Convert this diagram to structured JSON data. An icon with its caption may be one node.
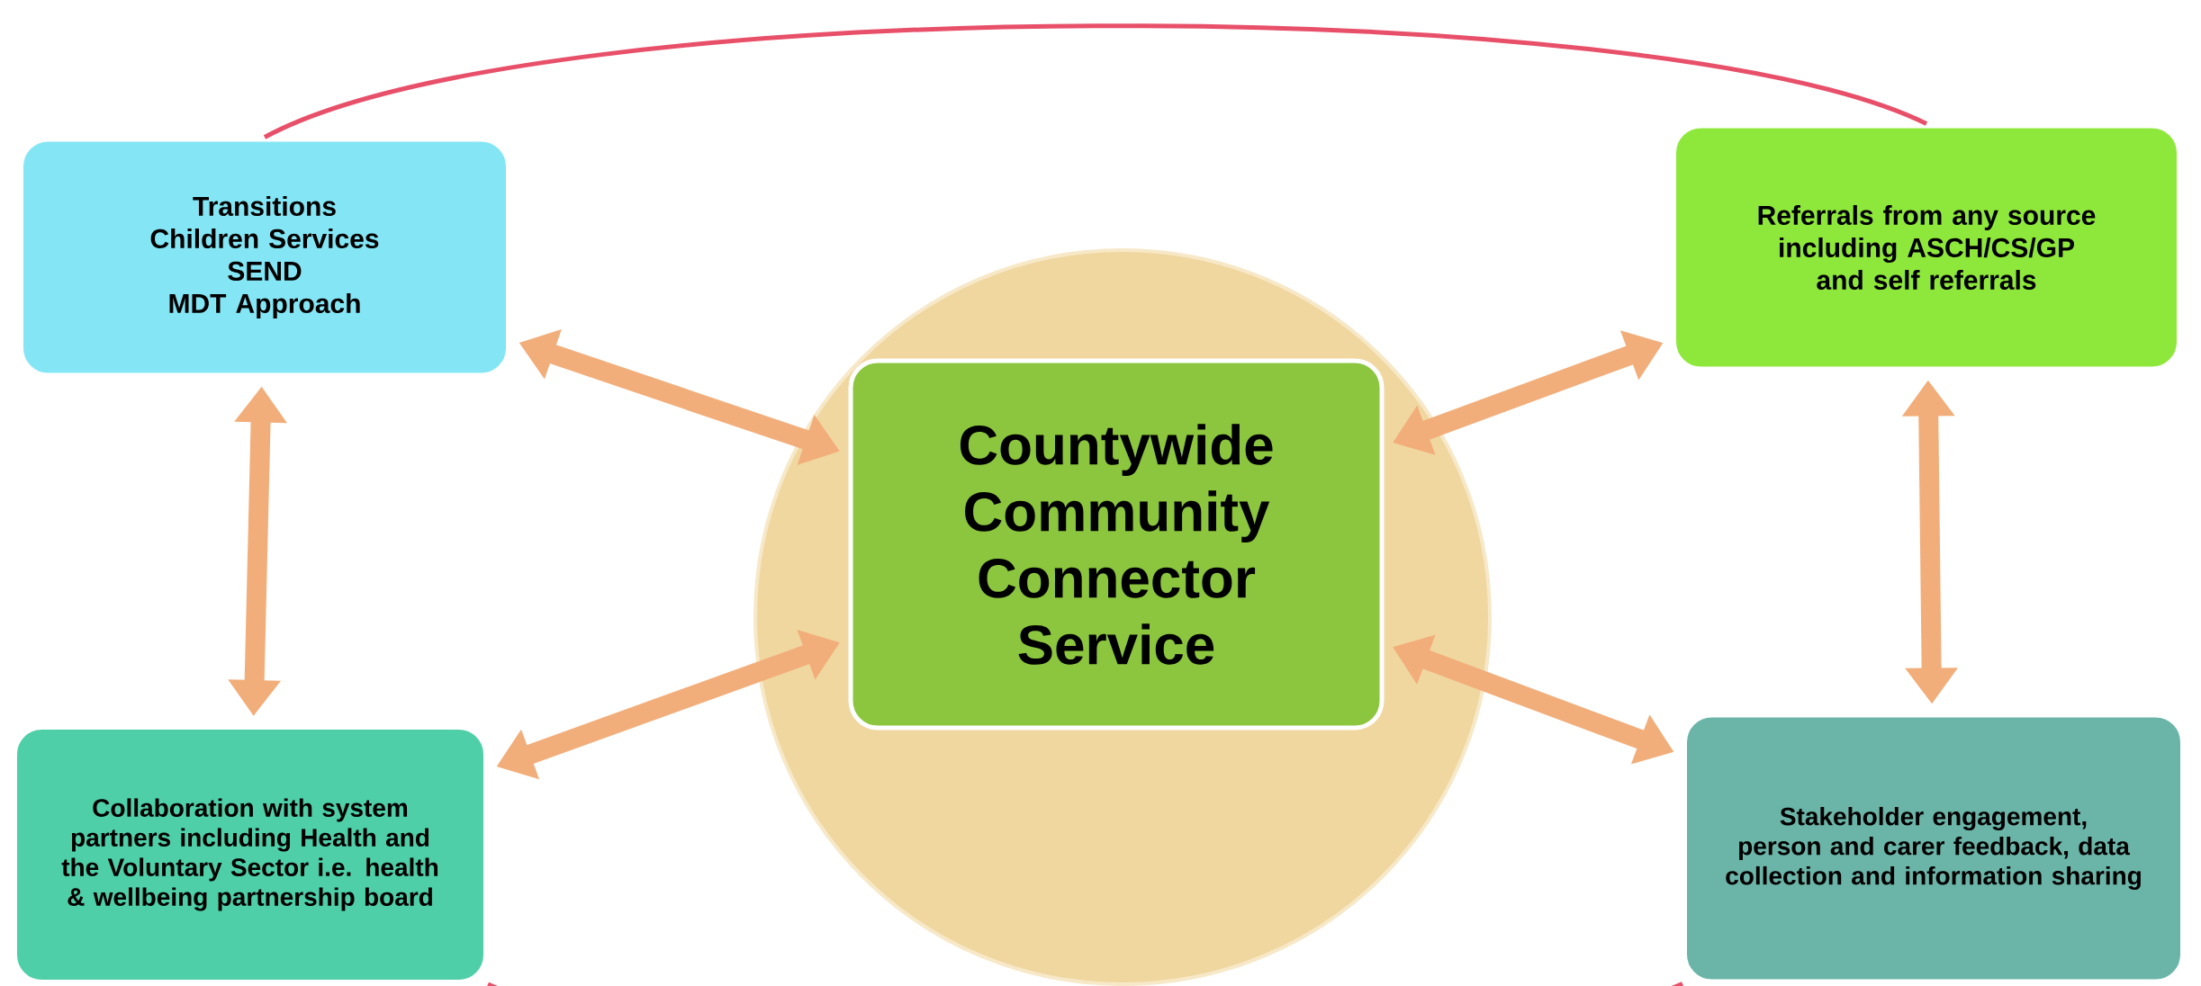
{
  "diagram": {
    "nodes": [
      {
        "text": [
          "Transitions",
          "Children Services",
          "SEND",
          "MDT Approach"
        ]
      },
      {
        "text": [
          "Referrals from any source including ASCH/CS/GP and self referrals"
        ]
      },
      {
        "text": [
          "Countywide Community Connector Service"
        ]
      },
      {
        "text": [
          "Collaboration with system partners including Health and the Voluntary Sector i.e. health & wellbeing partnership board"
        ]
      },
      {
        "text": [
          "Stakeholder engagement, person and carer feedback, data collection and information sharing"
        ]
      }
    ],
    "edges": [
      {
        "from": 2,
        "to": 0,
        "arrow": "both"
      },
      {
        "from": 2,
        "to": 1,
        "arrow": "both"
      },
      {
        "from": 2,
        "to": 3,
        "arrow": "both"
      },
      {
        "from": 2,
        "to": 4,
        "arrow": "both"
      },
      {
        "from": 0,
        "to": 3,
        "arrow": "both"
      },
      {
        "from": 1,
        "to": 4,
        "arrow": "both"
      },
      {
        "from": 0,
        "to": 1,
        "arrow": "none",
        "color": "#e8506a"
      },
      {
        "from": 3,
        "to": 4,
        "arrow": "none",
        "color": "#e8506a"
      }
    ]
  }
}
